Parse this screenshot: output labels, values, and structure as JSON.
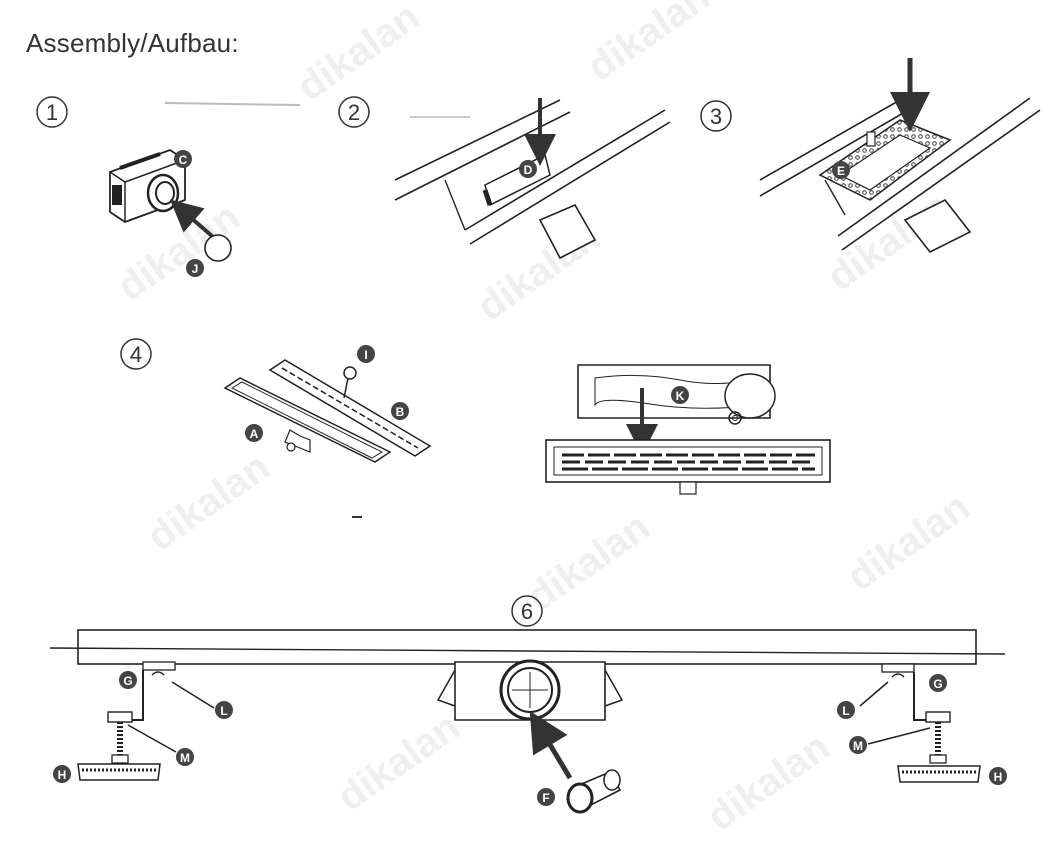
{
  "title": "Assembly/Aufbau:",
  "watermark": "dikalan",
  "steps": {
    "s1": "1",
    "s2": "2",
    "s3": "3",
    "s4": "4",
    "s6": "6"
  },
  "labels": {
    "A": "A",
    "B": "B",
    "C": "C",
    "D": "D",
    "E": "E",
    "F": "F",
    "G": "G",
    "H": "H",
    "I": "I",
    "J": "J",
    "K": "K",
    "L": "L",
    "M": "M"
  }
}
